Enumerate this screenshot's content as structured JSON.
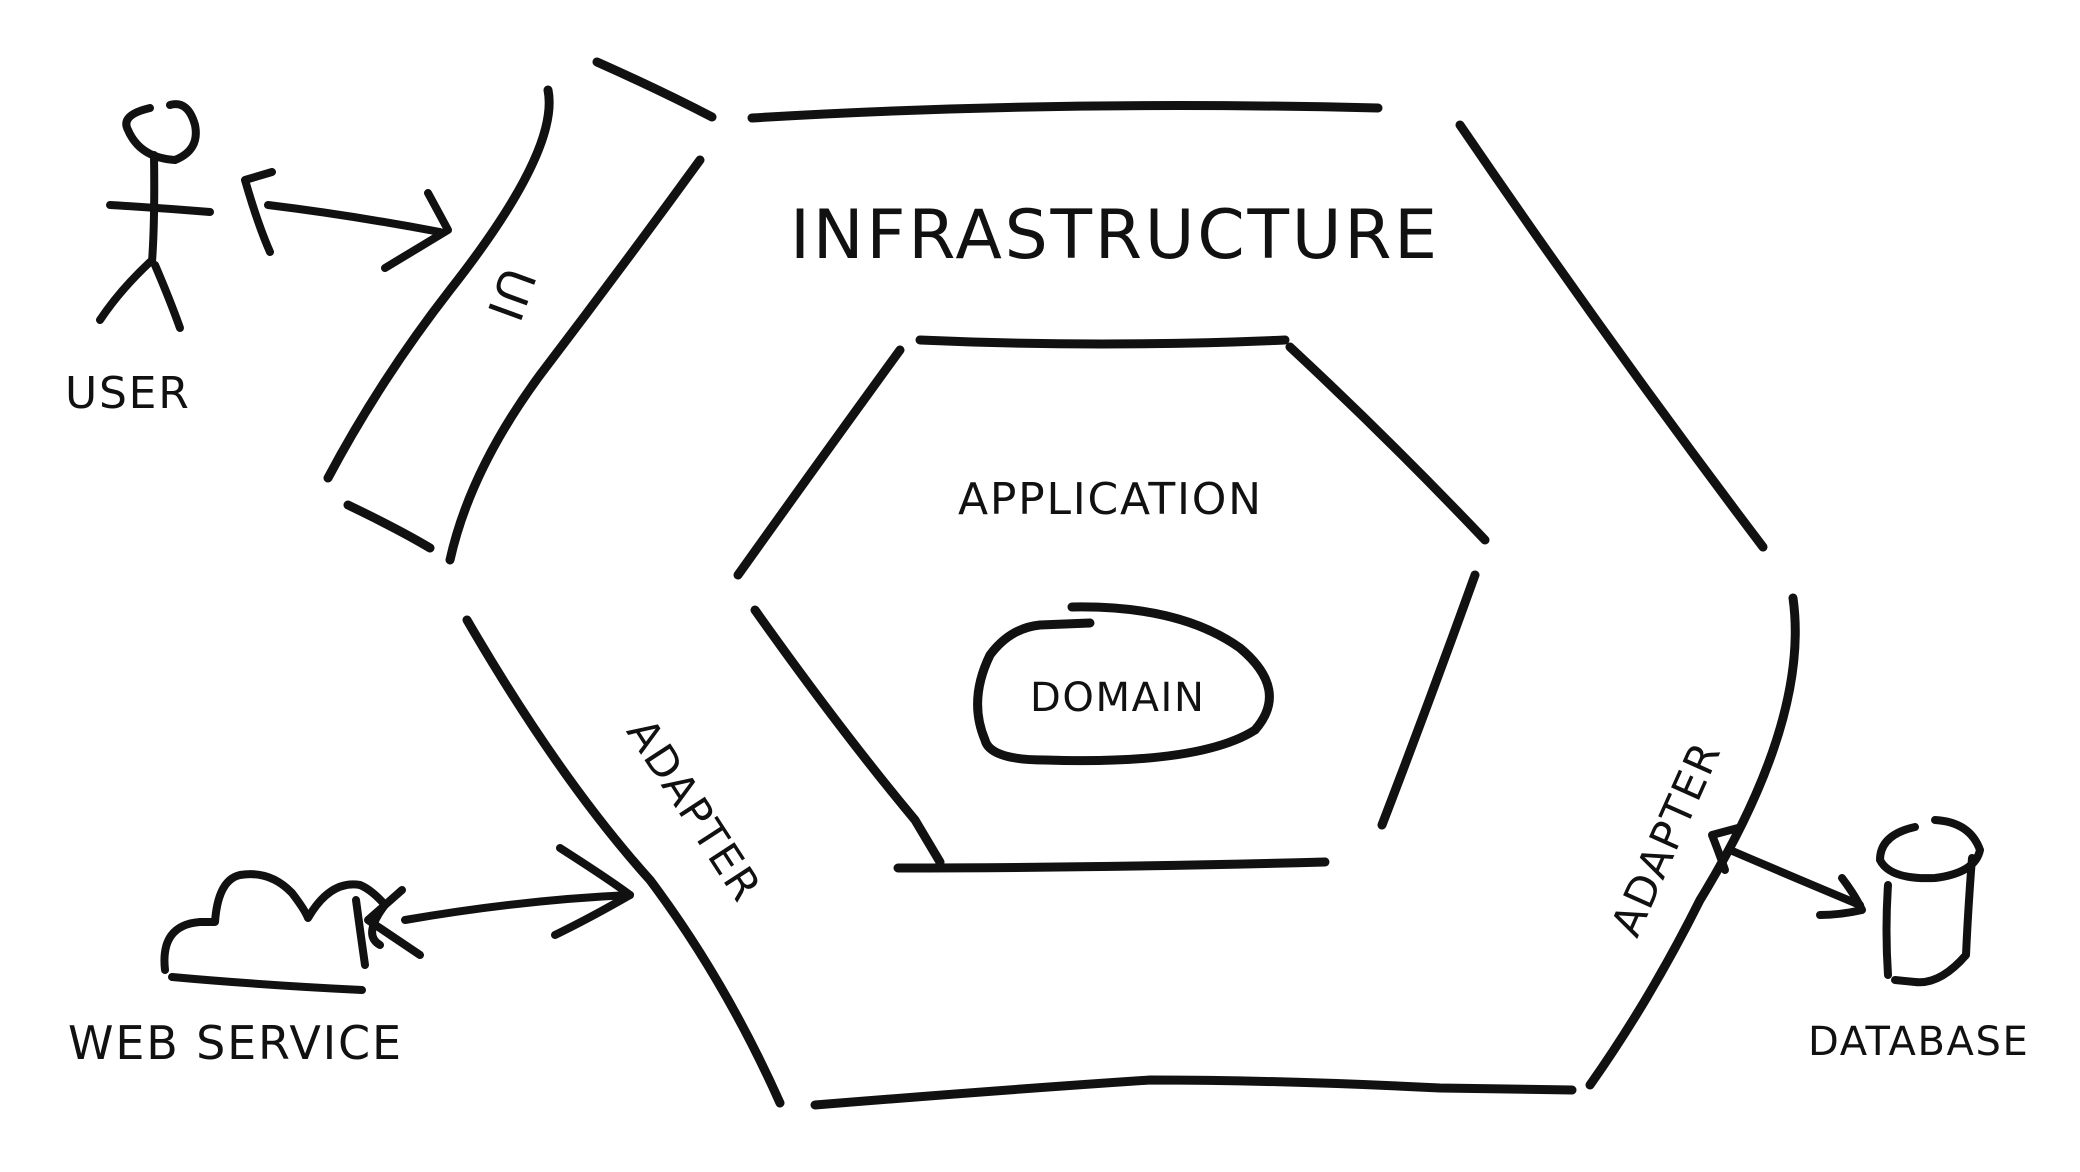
{
  "labels": {
    "infrastructure": "INFRASTRUCTURE",
    "application": "APPLICATION",
    "domain": "DOMAIN",
    "ui": "UI",
    "adapter_left": "ADAPTER",
    "adapter_right": "ADAPTER",
    "user": "USER",
    "web_service": "WEB SERVICE",
    "database": "DATABASE"
  },
  "icons": {
    "user": "stick-figure-icon",
    "web_service": "cloud-icon",
    "database": "cylinder-icon"
  },
  "colors": {
    "ink": "#111111",
    "background": "#ffffff"
  }
}
